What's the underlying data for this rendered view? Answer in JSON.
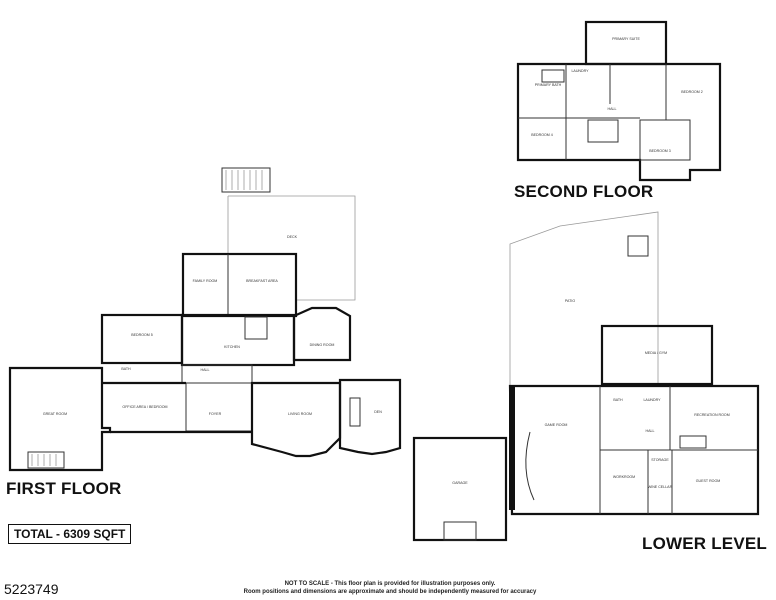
{
  "floors": {
    "first": {
      "title": "FIRST FLOOR"
    },
    "second": {
      "title": "SECOND FLOOR"
    },
    "lower": {
      "title": "LOWER LEVEL"
    }
  },
  "total": "TOTAL - 6309 SQFT",
  "listing_id": "5223749",
  "disclaimer": {
    "line1": "NOT TO SCALE - This floor plan is provided for illustration purposes only.",
    "line2": "Room positions and dimensions are approximate and should be independently measured for accuracy"
  },
  "rooms": {
    "deck": "DECK",
    "family_room": "FAMILY ROOM",
    "breakfast_area": "BREAKFAST AREA",
    "bedroom5": "BEDROOM 5",
    "kitchen": "KITCHEN",
    "dining_room": "DINING ROOM",
    "bath1": "BATH",
    "hall1": "HALL",
    "great_room": "GREAT ROOM",
    "office": "OFFICE AREA / BEDROOM",
    "foyer": "FOYER",
    "living_room": "LIVING ROOM",
    "den": "DEN",
    "primary_suite": "PRIMARY SUITE",
    "primary_bath": "PRIMARY BATH",
    "laundry2": "LAUNDRY",
    "bedroom4": "BEDROOM 4",
    "bedroom2": "BEDROOM 2",
    "bedroom3": "BEDROOM 3",
    "hall2": "HALL",
    "patio": "PATIO",
    "media": "MEDIA / GYM",
    "game_room": "GAME ROOM",
    "recreation": "RECREATION ROOM",
    "garage": "GARAGE",
    "workroom": "WORKROOM",
    "storage": "STORAGE",
    "wine_cellar": "WINE CELLAR",
    "guest_room": "GUEST ROOM",
    "bath_lower": "BATH",
    "laundry_lower": "LAUNDRY",
    "hall_lower": "HALL"
  }
}
